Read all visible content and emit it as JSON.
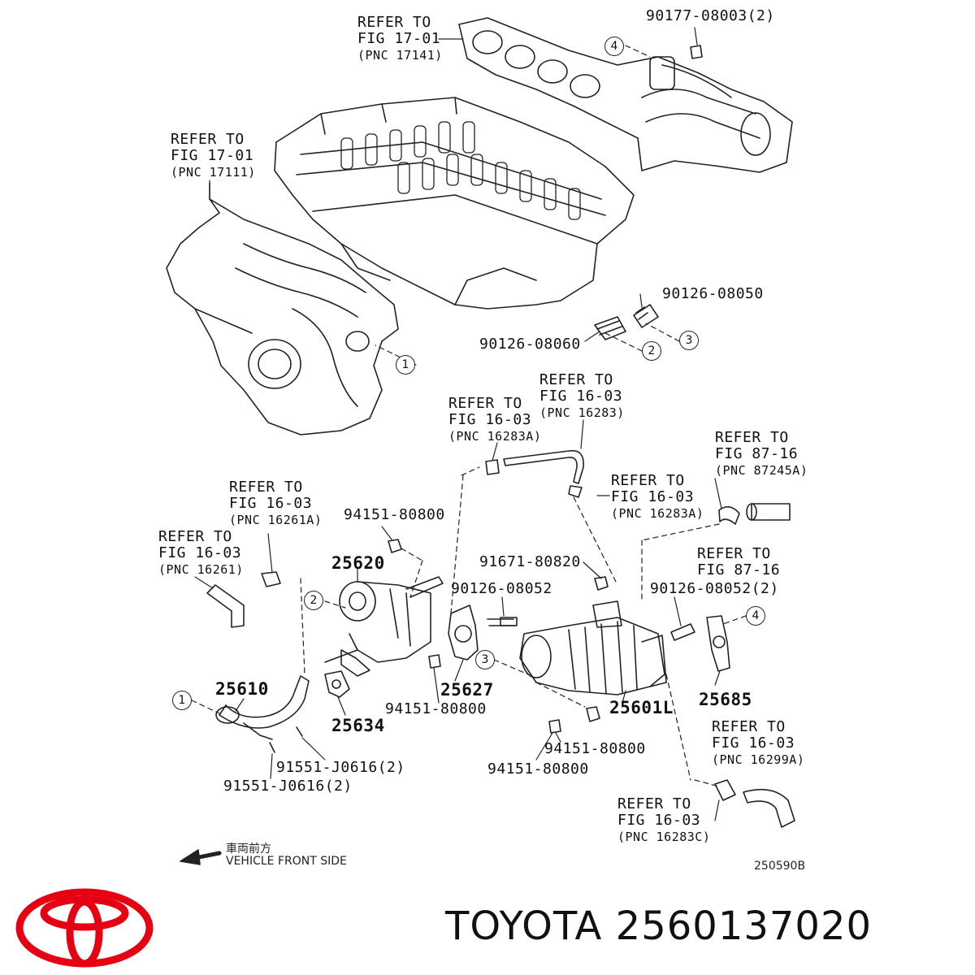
{
  "refs": {
    "ref_top": {
      "line1": "REFER TO",
      "line2": "FIG 17-01",
      "pnc": "(PNC 17141)"
    },
    "ref_left_manifold": {
      "line1": "REFER TO",
      "line2": "FIG 17-01",
      "pnc": "(PNC 17111)"
    },
    "ref_16283a_a": {
      "line1": "REFER TO",
      "line2": "FIG 16-03",
      "pnc": "(PNC 16283A)"
    },
    "ref_16283": {
      "line1": "REFER TO",
      "line2": "FIG 16-03",
      "pnc": "(PNC 16283)"
    },
    "ref_16283a_b": {
      "line1": "REFER TO",
      "line2": "FIG 16-03",
      "pnc": "(PNC 16283A)"
    },
    "ref_87245a": {
      "line1": "REFER TO",
      "line2": "FIG 87-16",
      "pnc": "(PNC 87245A)"
    },
    "ref_87_16": {
      "line1": "REFER TO",
      "line2": "FIG 87-16"
    },
    "ref_16261a": {
      "line1": "REFER TO",
      "line2": "FIG 16-03",
      "pnc": "(PNC 16261A)"
    },
    "ref_16261": {
      "line1": "REFER TO",
      "line2": "FIG 16-03",
      "pnc": "(PNC 16261)"
    },
    "ref_16299a": {
      "line1": "REFER TO",
      "line2": "FIG 16-03",
      "pnc": "(PNC 16299A)"
    },
    "ref_16283c": {
      "line1": "REFER TO",
      "line2": "FIG 16-03",
      "pnc": "(PNC 16283C)"
    }
  },
  "parts": {
    "p_90177": "90177-08003(2)",
    "p_90126_08050": "90126-08050",
    "p_90126_08060": "90126-08060",
    "p_94151_a": "94151-80800",
    "p_25620": "25620",
    "p_91671": "91671-80820",
    "p_90126_08052": "90126-08052",
    "p_90126_08052_2": "90126-08052(2)",
    "p_25610": "25610",
    "p_25634": "25634",
    "p_94151_b": "94151-80800",
    "p_25627": "25627",
    "p_25601l": "25601L",
    "p_25685": "25685",
    "p_94151_c": "94151-80800",
    "p_94151_d": "94151-80800",
    "p_91551_a": "91551-J0616(2)",
    "p_91551_b": "91551-J0616(2)"
  },
  "callouts": {
    "c1_top": "1",
    "c2_top": "2",
    "c3_top": "3",
    "c4_top": "4",
    "c2_mid": "2",
    "c3_mid": "3",
    "c4_mid": "4",
    "c1_mid": "1"
  },
  "front": {
    "jp": "車両前方",
    "en": "VEHICLE FRONT SIDE"
  },
  "drawing_code": "250590B",
  "brand": {
    "name": "TOYOTA",
    "part_number": "2560137020",
    "logo_color": "#e60012"
  }
}
